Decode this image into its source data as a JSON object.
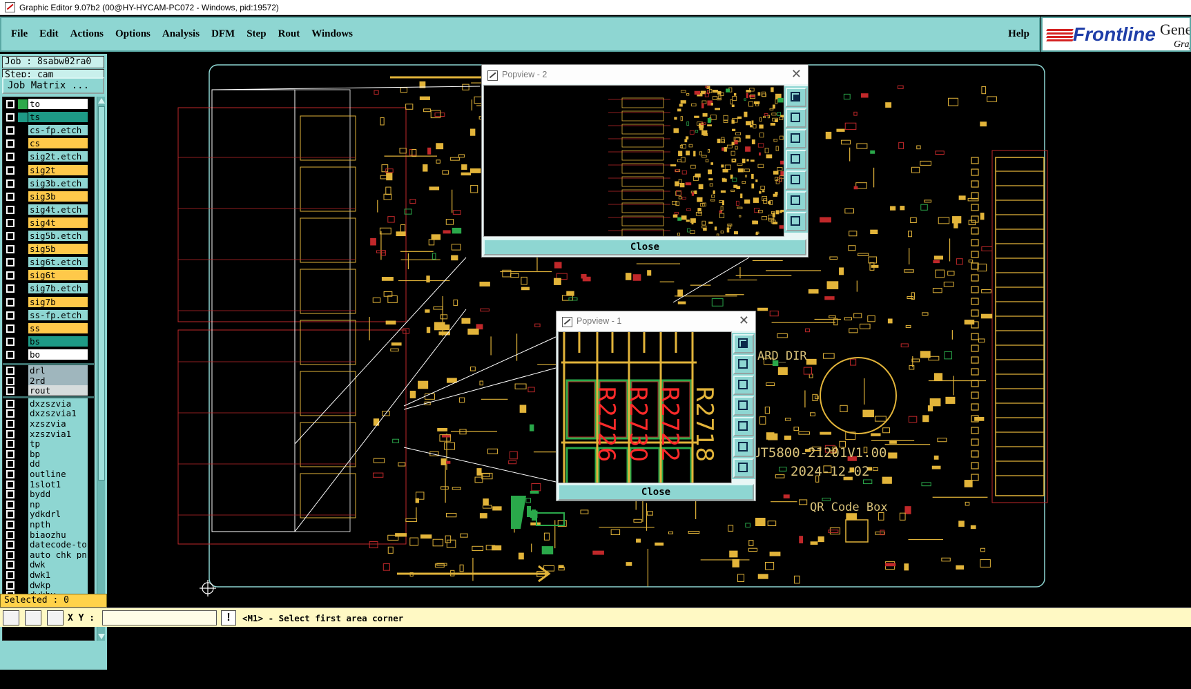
{
  "window": {
    "title": "Graphic Editor 9.07b2 (00@HY-HYCAM-PC072 - Windows, pid:19572)"
  },
  "menu": {
    "items": [
      "File",
      "Edit",
      "Actions",
      "Options",
      "Analysis",
      "DFM",
      "Step",
      "Rout",
      "Windows"
    ],
    "help": "Help"
  },
  "brand": {
    "logo": "Frontline",
    "product": "Gene",
    "sub": "Grap"
  },
  "job": {
    "name": "Job : 8sabw02ra0",
    "step": "Step: cam",
    "matrix_button": "Job Matrix ..."
  },
  "layers": [
    {
      "name": "to",
      "color": "#ffffff",
      "state": "#2ea84a"
    },
    {
      "name": "ts",
      "color": "#1e9a86",
      "state": "#1e9a86"
    },
    {
      "name": "cs-fp.etch",
      "color": "#8ed6d2",
      "state": ""
    },
    {
      "name": "cs",
      "color": "#ffc94a",
      "state": ""
    },
    {
      "name": "sig2t.etch",
      "color": "#8ed6d2",
      "state": ""
    },
    {
      "name": "sig2t",
      "color": "#ffc94a",
      "state": ""
    },
    {
      "name": "sig3b.etch",
      "color": "#8ed6d2",
      "state": ""
    },
    {
      "name": "sig3b",
      "color": "#ffc94a",
      "state": ""
    },
    {
      "name": "sig4t.etch",
      "color": "#8ed6d2",
      "state": ""
    },
    {
      "name": "sig4t",
      "color": "#ffc94a",
      "state": ""
    },
    {
      "name": "sig5b.etch",
      "color": "#8ed6d2",
      "state": ""
    },
    {
      "name": "sig5b",
      "color": "#ffc94a",
      "state": ""
    },
    {
      "name": "sig6t.etch",
      "color": "#8ed6d2",
      "state": ""
    },
    {
      "name": "sig6t",
      "color": "#ffc94a",
      "state": ""
    },
    {
      "name": "sig7b.etch",
      "color": "#8ed6d2",
      "state": ""
    },
    {
      "name": "sig7b",
      "color": "#ffc94a",
      "state": ""
    },
    {
      "name": "ss-fp.etch",
      "color": "#8ed6d2",
      "state": ""
    },
    {
      "name": "ss",
      "color": "#ffc94a",
      "state": ""
    },
    {
      "name": "bs",
      "color": "#1e9a86",
      "state": ""
    },
    {
      "name": "bo",
      "color": "#ffffff",
      "state": ""
    },
    {
      "name": "drl",
      "color": "#9fb6bd",
      "state": ""
    },
    {
      "name": "2rd",
      "color": "#9fb6bd",
      "state": ""
    },
    {
      "name": "rout",
      "color": "#d6dcdc",
      "state": ""
    },
    {
      "name": "dxzszvia",
      "color": "#8ed6d2",
      "state": ""
    },
    {
      "name": "dxzszvia1",
      "color": "#8ed6d2",
      "state": ""
    },
    {
      "name": "xzszvia",
      "color": "#8ed6d2",
      "state": ""
    },
    {
      "name": "xzszvia1",
      "color": "#8ed6d2",
      "state": ""
    },
    {
      "name": "tp",
      "color": "#8ed6d2",
      "state": ""
    },
    {
      "name": "bp",
      "color": "#8ed6d2",
      "state": ""
    },
    {
      "name": "dd",
      "color": "#8ed6d2",
      "state": ""
    },
    {
      "name": "outline",
      "color": "#8ed6d2",
      "state": ""
    },
    {
      "name": "1slot1",
      "color": "#8ed6d2",
      "state": ""
    },
    {
      "name": "bydd",
      "color": "#8ed6d2",
      "state": ""
    },
    {
      "name": "np",
      "color": "#8ed6d2",
      "state": ""
    },
    {
      "name": "ydkdrl",
      "color": "#8ed6d2",
      "state": ""
    },
    {
      "name": "npth",
      "color": "#8ed6d2",
      "state": ""
    },
    {
      "name": "biaozhu",
      "color": "#8ed6d2",
      "state": ""
    },
    {
      "name": "datecode-to",
      "color": "#8ed6d2",
      "state": ""
    },
    {
      "name": "auto_chk_pn.",
      "color": "#8ed6d2",
      "state": ""
    },
    {
      "name": "dwk",
      "color": "#8ed6d2",
      "state": ""
    },
    {
      "name": "dwk1",
      "color": "#8ed6d2",
      "state": ""
    },
    {
      "name": "dwkp",
      "color": "#8ed6d2",
      "state": ""
    },
    {
      "name": "dwkby",
      "color": "#8ed6d2",
      "state": ""
    }
  ],
  "selected": "Selected : 0",
  "status": {
    "xy_label": "X Y :",
    "xy_value": "",
    "warn": "!",
    "prompt": "<M1> - Select first area corner"
  },
  "popups": {
    "popview2": {
      "title": "Popview - 2",
      "close": "Close"
    },
    "popview1": {
      "title": "Popview - 1",
      "close": "Close"
    }
  },
  "board": {
    "silk_text": [
      "UT5800-21201V1.00",
      "2024-12-02",
      "QR Code Box",
      "ARD_DIR"
    ],
    "zoom_labels": [
      "R2718",
      "R2722",
      "R2730",
      "R2726"
    ]
  },
  "colors": {
    "panel": "#8ed6d2",
    "trace": "#e2b43a",
    "outline_red": "#c0282a",
    "silk": "#d9c27a",
    "board_edge": "#8ed6d2"
  }
}
